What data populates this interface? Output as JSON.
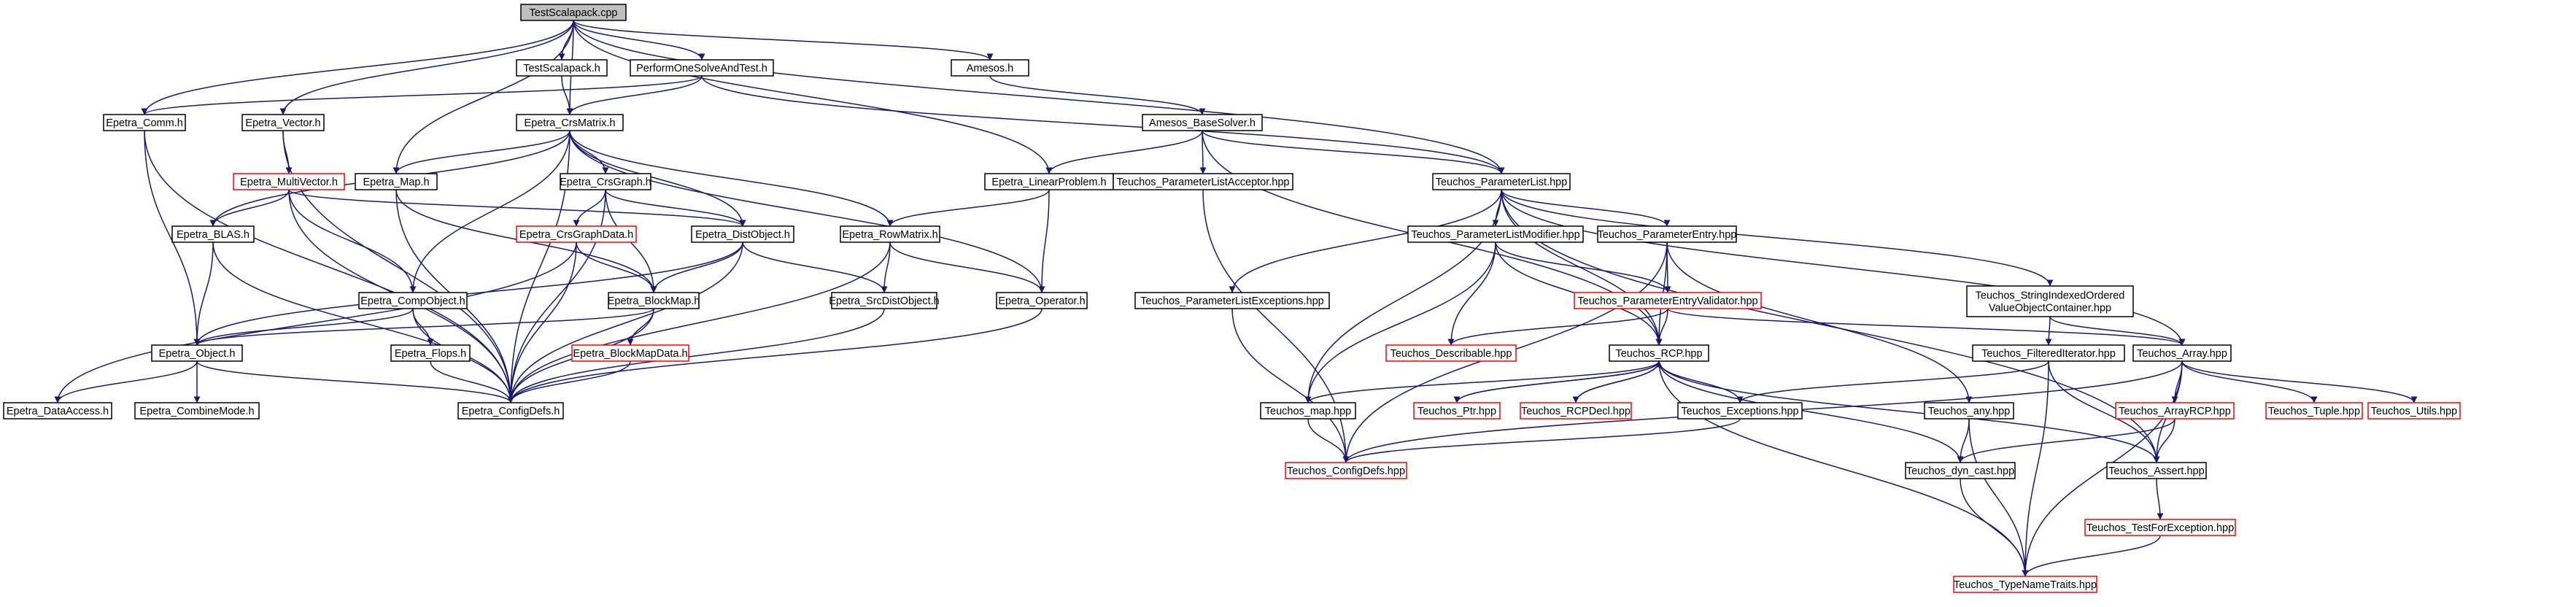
{
  "colors": {
    "edge": "#191970",
    "node_border": "#000000",
    "node_fill": "#ffffff",
    "incomplete_border": "#ff0000",
    "root_fill": "#bfbfbf"
  },
  "nodes": [
    {
      "id": "root",
      "label": "TestScalapack.cpp",
      "style": "root"
    },
    {
      "id": "epc",
      "label": "Epetra_Comm.h",
      "style": "normal"
    },
    {
      "id": "epv",
      "label": "Epetra_Vector.h",
      "style": "normal"
    },
    {
      "id": "tsh",
      "label": "TestScalapack.h",
      "style": "normal"
    },
    {
      "id": "pos",
      "label": "PerformOneSolveAndTest.h",
      "style": "normal"
    },
    {
      "id": "amh",
      "label": "Amesos.h",
      "style": "normal"
    },
    {
      "id": "ecm",
      "label": "Epetra_CrsMatrix.h",
      "style": "normal"
    },
    {
      "id": "abs",
      "label": "Amesos_BaseSolver.h",
      "style": "normal"
    },
    {
      "id": "emv",
      "label": "Epetra_MultiVector.h",
      "style": "red"
    },
    {
      "id": "emp",
      "label": "Epetra_Map.h",
      "style": "normal"
    },
    {
      "id": "ecg",
      "label": "Epetra_CrsGraph.h",
      "style": "normal"
    },
    {
      "id": "elp",
      "label": "Epetra_LinearProblem.h",
      "style": "normal"
    },
    {
      "id": "tpla",
      "label": "Teuchos_ParameterListAcceptor.hpp",
      "style": "normal"
    },
    {
      "id": "tpl",
      "label": "Teuchos_ParameterList.hpp",
      "style": "normal"
    },
    {
      "id": "ebl",
      "label": "Epetra_BLAS.h",
      "style": "normal"
    },
    {
      "id": "ecgd",
      "label": "Epetra_CrsGraphData.h",
      "style": "red"
    },
    {
      "id": "edo",
      "label": "Epetra_DistObject.h",
      "style": "normal"
    },
    {
      "id": "erm",
      "label": "Epetra_RowMatrix.h",
      "style": "normal"
    },
    {
      "id": "tplm",
      "label": "Teuchos_ParameterListModifier.hpp",
      "style": "normal"
    },
    {
      "id": "tpe",
      "label": "Teuchos_ParameterEntry.hpp",
      "style": "normal"
    },
    {
      "id": "eco",
      "label": "Epetra_CompObject.h",
      "style": "normal"
    },
    {
      "id": "ebm",
      "label": "Epetra_BlockMap.h",
      "style": "normal"
    },
    {
      "id": "esd",
      "label": "Epetra_SrcDistObject.h",
      "style": "normal"
    },
    {
      "id": "eop",
      "label": "Epetra_Operator.h",
      "style": "normal"
    },
    {
      "id": "tple",
      "label": "Teuchos_ParameterListExceptions.hpp",
      "style": "normal"
    },
    {
      "id": "tpev",
      "label": "Teuchos_ParameterEntryValidator.hpp",
      "style": "red"
    },
    {
      "id": "tsi",
      "label": "Teuchos_StringIndexedOrdered\nValueObjectContainer.hpp",
      "style": "normal"
    },
    {
      "id": "ebmd",
      "label": "Epetra_BlockMapData.h",
      "style": "red"
    },
    {
      "id": "efl",
      "label": "Epetra_Flops.h",
      "style": "normal"
    },
    {
      "id": "eob",
      "label": "Epetra_Object.h",
      "style": "normal"
    },
    {
      "id": "tde",
      "label": "Teuchos_Describable.hpp",
      "style": "red"
    },
    {
      "id": "trcp",
      "label": "Teuchos_RCP.hpp",
      "style": "normal"
    },
    {
      "id": "tfi",
      "label": "Teuchos_FilteredIterator.hpp",
      "style": "normal"
    },
    {
      "id": "tar",
      "label": "Teuchos_Array.hpp",
      "style": "normal"
    },
    {
      "id": "eda",
      "label": "Epetra_DataAccess.h",
      "style": "normal"
    },
    {
      "id": "ecmo",
      "label": "Epetra_CombineMode.h",
      "style": "normal"
    },
    {
      "id": "ecd",
      "label": "Epetra_ConfigDefs.h",
      "style": "normal"
    },
    {
      "id": "tmap",
      "label": "Teuchos_map.hpp",
      "style": "normal"
    },
    {
      "id": "tptr",
      "label": "Teuchos_Ptr.hpp",
      "style": "red"
    },
    {
      "id": "trcpd",
      "label": "Teuchos_RCPDecl.hpp",
      "style": "red"
    },
    {
      "id": "tex",
      "label": "Teuchos_Exceptions.hpp",
      "style": "normal"
    },
    {
      "id": "tany",
      "label": "Teuchos_any.hpp",
      "style": "normal"
    },
    {
      "id": "tarcp",
      "label": "Teuchos_ArrayRCP.hpp",
      "style": "red"
    },
    {
      "id": "ttup",
      "label": "Teuchos_Tuple.hpp",
      "style": "red"
    },
    {
      "id": "tut",
      "label": "Teuchos_Utils.hpp",
      "style": "red"
    },
    {
      "id": "tcd",
      "label": "Teuchos_ConfigDefs.hpp",
      "style": "red"
    },
    {
      "id": "tdc",
      "label": "Teuchos_dyn_cast.hpp",
      "style": "normal"
    },
    {
      "id": "tas",
      "label": "Teuchos_Assert.hpp",
      "style": "normal"
    },
    {
      "id": "ttfe",
      "label": "Teuchos_TestForException.hpp",
      "style": "red"
    },
    {
      "id": "ttnt",
      "label": "Teuchos_TypeNameTraits.hpp",
      "style": "red"
    }
  ]
}
